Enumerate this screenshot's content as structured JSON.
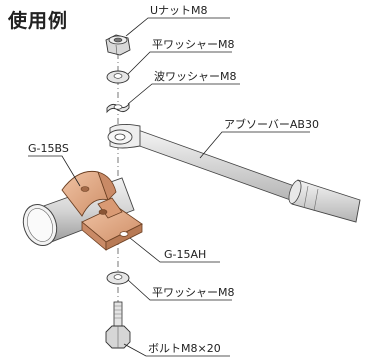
{
  "title": "使用例",
  "labels": {
    "u_nut": "UナットM8",
    "flat_washer_top": "平ワッシャーM8",
    "wave_washer": "波ワッシャーM8",
    "absorber": "アブソーバーAB30",
    "g15bs": "G-15BS",
    "g15ah": "G-15AH",
    "flat_washer_bottom": "平ワッシャーM8",
    "bolt": "ボルトM8×20"
  },
  "colors": {
    "copper": "#e3a882",
    "copper_dark": "#c98a66",
    "pipe_gray": "#d6d6d6",
    "line": "#333333"
  }
}
